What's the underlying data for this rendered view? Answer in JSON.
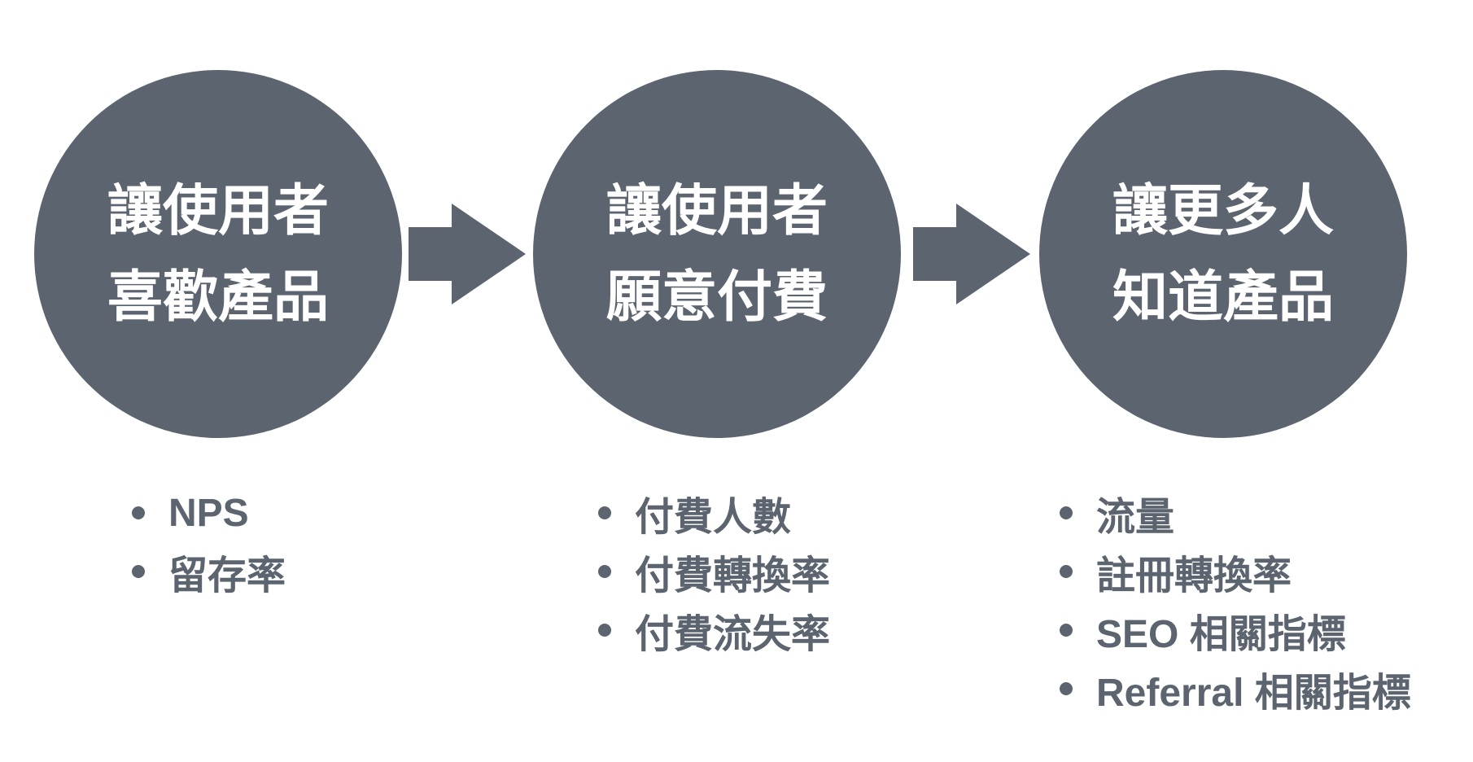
{
  "background_color": "#ffffff",
  "accent_color": "#5c6470",
  "text_on_shape_color": "#ffffff",
  "icons": {
    "arrow": "arrow-right-icon",
    "bullet": "bullet-icon"
  },
  "steps": [
    {
      "title_lines": [
        "讓使用者",
        "喜歡產品"
      ],
      "metrics": [
        "NPS",
        "留存率"
      ]
    },
    {
      "title_lines": [
        "讓使用者",
        "願意付費"
      ],
      "metrics": [
        "付費人數",
        "付費轉換率",
        "付費流失率"
      ]
    },
    {
      "title_lines": [
        "讓更多人",
        "知道產品"
      ],
      "metrics": [
        "流量",
        "註冊轉換率",
        "SEO 相關指標",
        "Referral 相關指標"
      ]
    }
  ]
}
